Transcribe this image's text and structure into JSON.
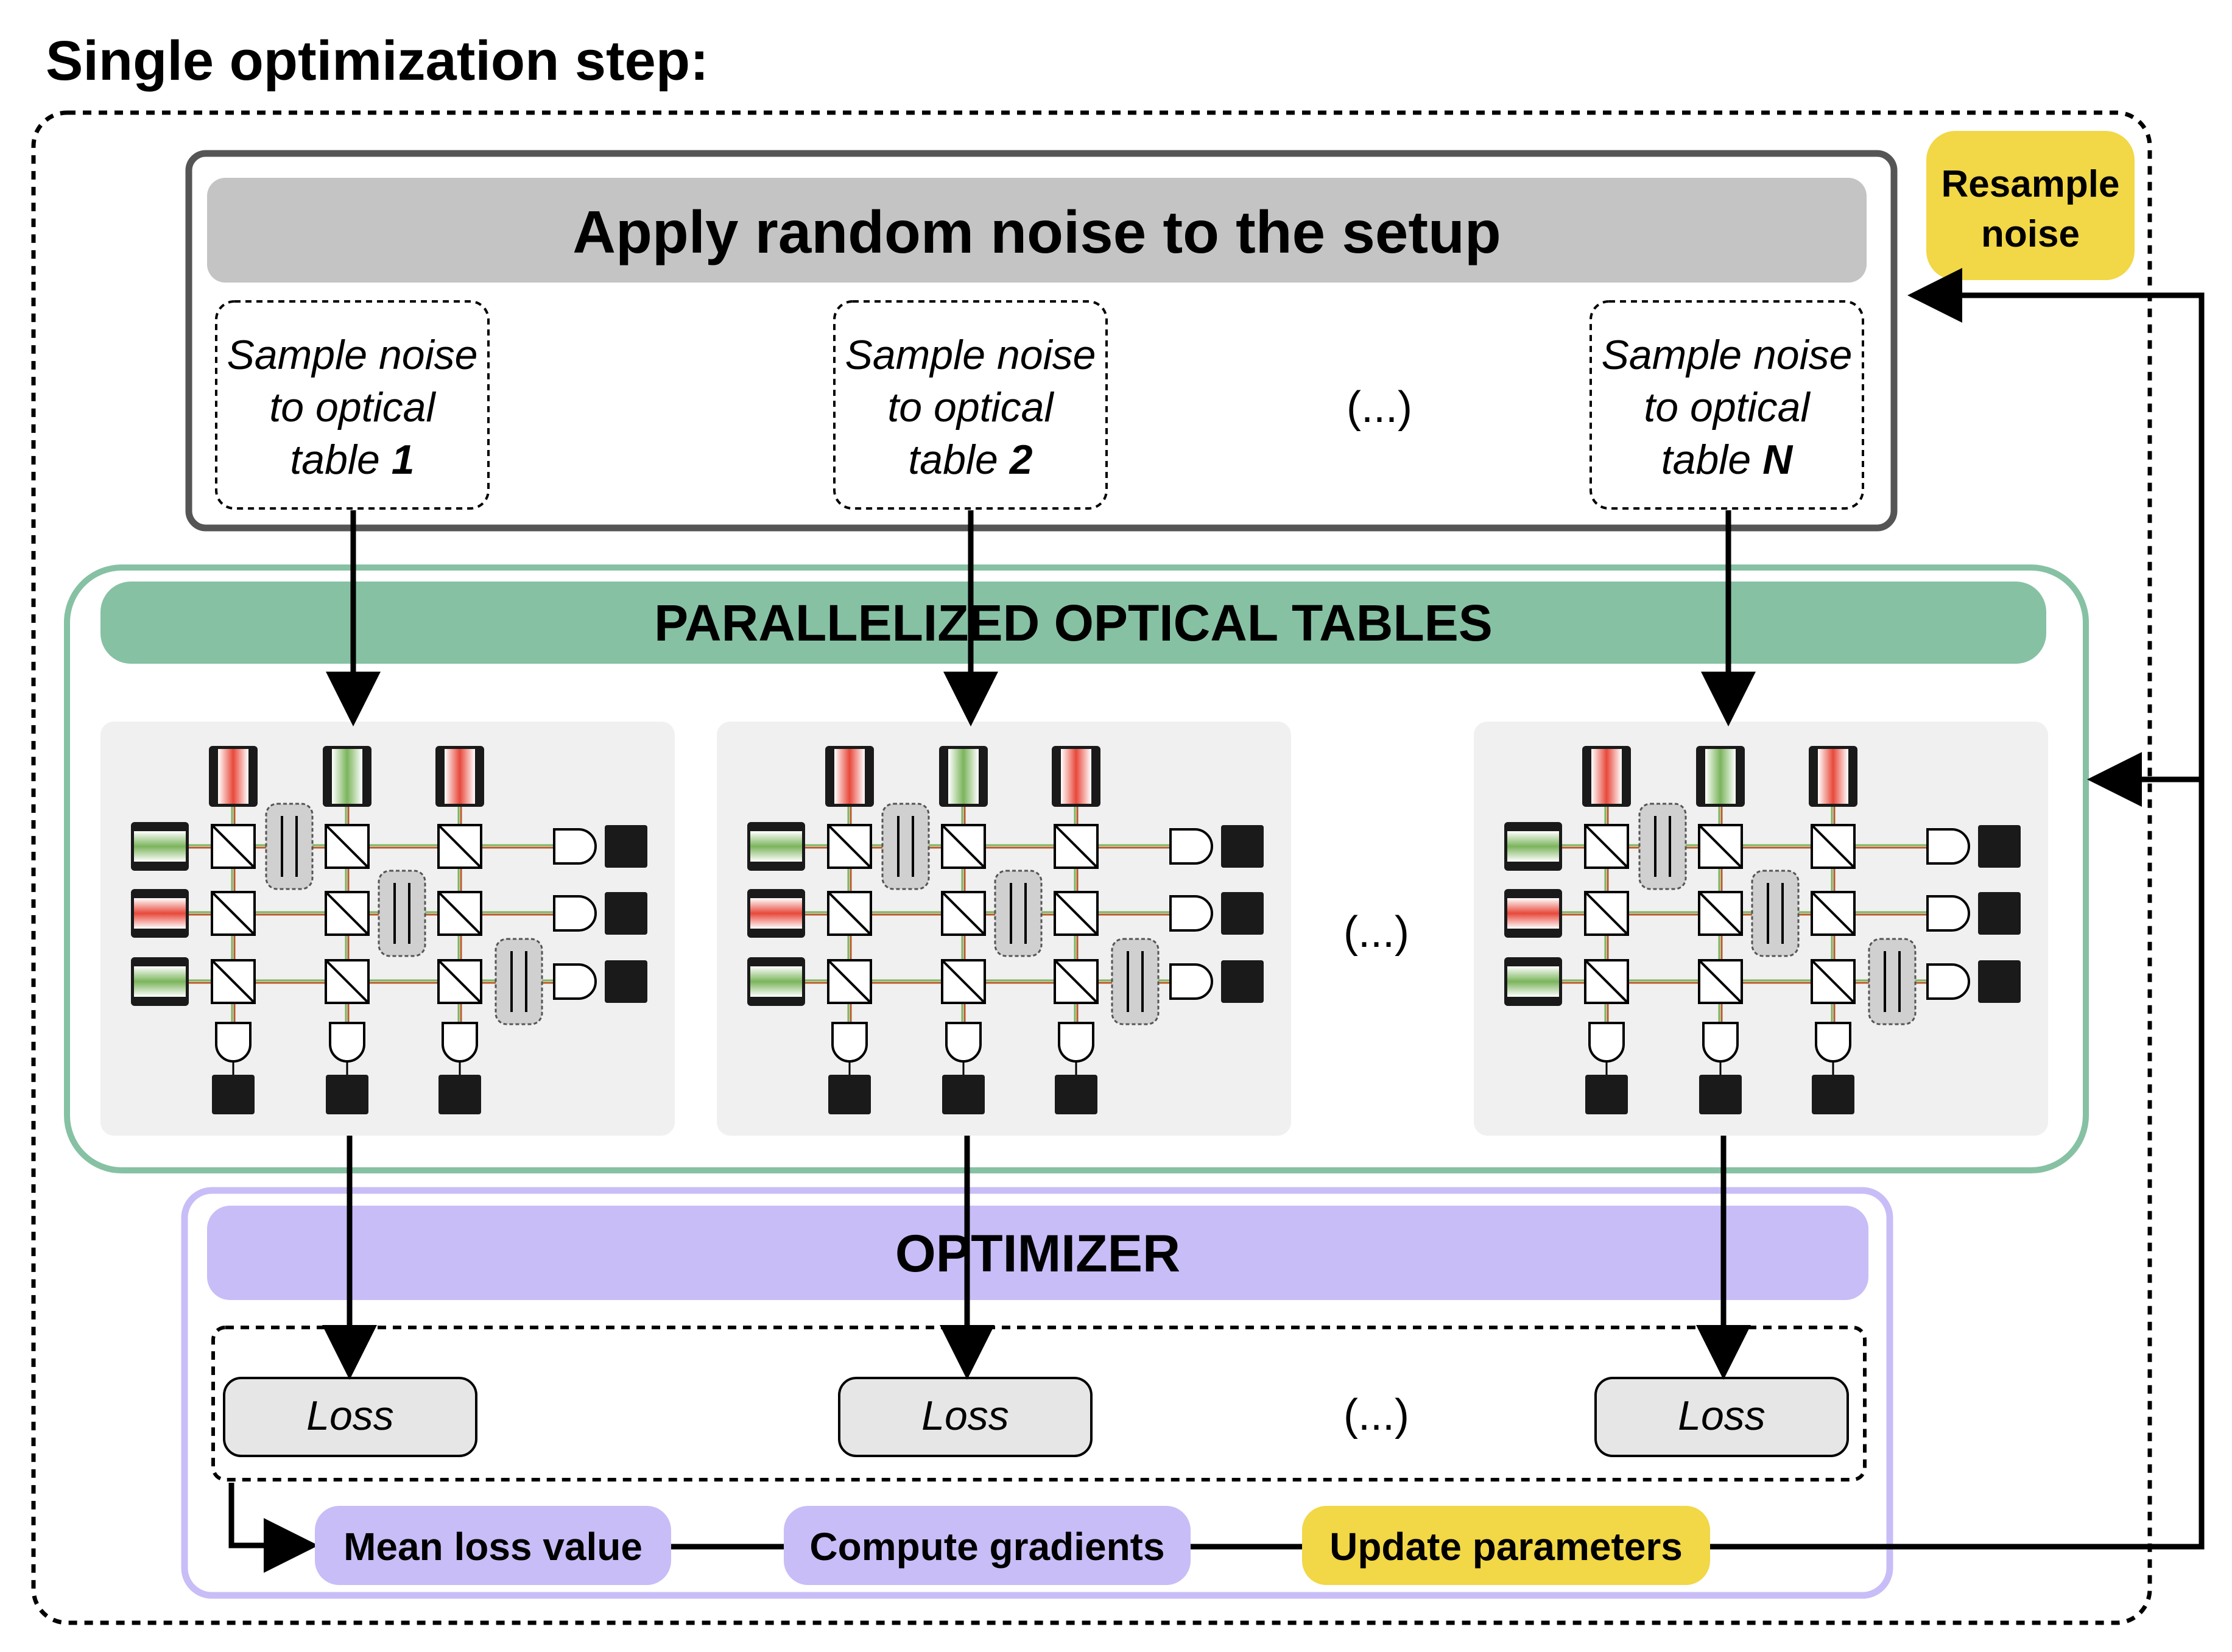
{
  "title": "Single optimization step:",
  "resample": {
    "line1": "Resample",
    "line2": "noise"
  },
  "noise_panel": {
    "header": "Apply random noise to the setup",
    "samples": [
      {
        "line1": "Sample noise",
        "line2": "to optical",
        "line3_prefix": "table ",
        "index": "1"
      },
      {
        "line1": "Sample noise",
        "line2": "to optical",
        "line3_prefix": "table ",
        "index": "2"
      },
      {
        "line1": "Sample noise",
        "line2": "to optical",
        "line3_prefix": "table ",
        "index": "N"
      }
    ],
    "ellipsis": "(...)"
  },
  "tables_panel": {
    "header": "PARALLELIZED OPTICAL TABLES",
    "ellipsis": "(...)"
  },
  "optimizer_panel": {
    "header": "OPTIMIZER",
    "loss_labels": [
      "Loss",
      "Loss",
      "Loss"
    ],
    "ellipsis": "(...)",
    "steps": [
      "Mean loss value",
      "Compute gradients",
      "Update parameters"
    ]
  },
  "colors": {
    "noise_header": "#c4c4c4",
    "tables_header": "#86c1a3",
    "tables_border": "#86c1a3",
    "optimizer_header": "#c9bdf7",
    "optimizer_border": "#c9bdf7",
    "resample": "#f2d746",
    "update_params": "#f2d746",
    "laser_red": "#e8483b",
    "laser_green": "#7bb45c",
    "table_bg": "#f0f0f0"
  }
}
